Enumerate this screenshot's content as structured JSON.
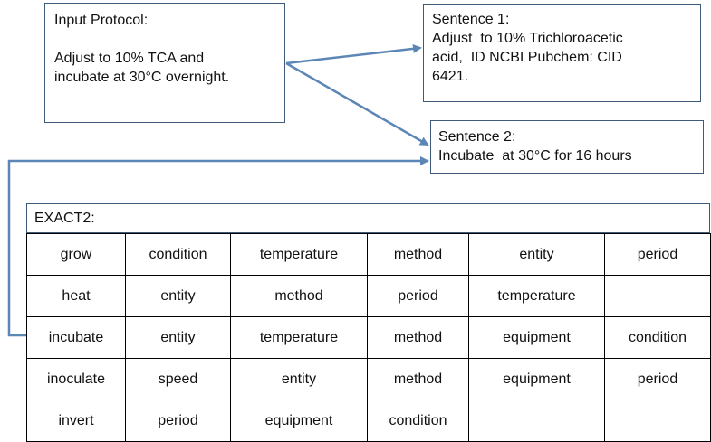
{
  "input_box": {
    "title": "Input Protocol:",
    "body": "Adjust to 10% TCA and\nincubate at 30°C overnight."
  },
  "sentence1": {
    "title": "Sentence 1:",
    "body": "Adjust  to 10% Trichloroacetic\nacid,  ID NCBI Pubchem: CID\n6421."
  },
  "sentence2": {
    "title": "Sentence 2:",
    "body": "Incubate  at 30°C for 16 hours"
  },
  "exact": {
    "title": "EXACT2:",
    "rows": [
      [
        "grow",
        "condition",
        "temperature",
        "method",
        "entity",
        "period"
      ],
      [
        "heat",
        "entity",
        "method",
        "period",
        "temperature",
        ""
      ],
      [
        "incubate",
        "entity",
        "temperature",
        "method",
        "equipment",
        "condition"
      ],
      [
        "inoculate",
        "speed",
        "entity",
        "method",
        "equipment",
        "period"
      ],
      [
        "invert",
        "period",
        "equipment",
        "condition",
        "",
        ""
      ]
    ]
  },
  "colors": {
    "arrow": "#5b86b5",
    "box_border": "#3d5a7a"
  }
}
